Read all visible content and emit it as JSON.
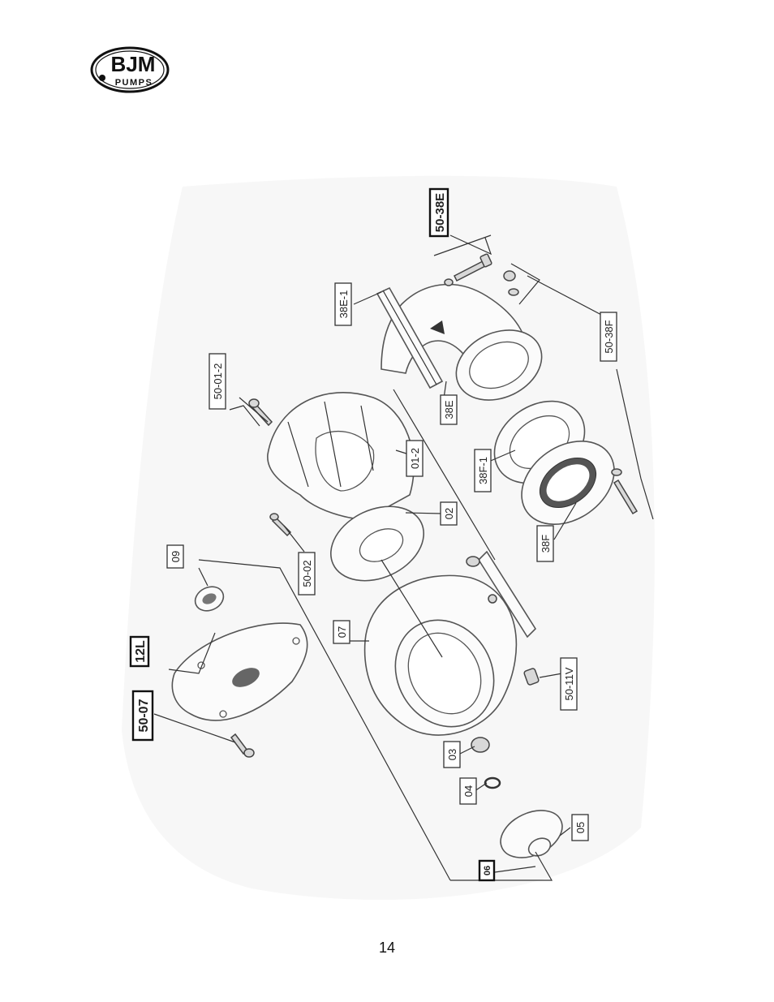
{
  "logo": {
    "brand_top": "BJM",
    "brand_bottom": "PUMPS"
  },
  "parts": {
    "p50_38E": "50-38E",
    "p38E_1": "38E-1",
    "p50_01_2": "50-01-2",
    "p50_38F": "50-38F",
    "p38E": "38E",
    "p01_2": "01-2",
    "p38F_1": "38F-1",
    "p02": "02",
    "p09": "09",
    "p50_02": "50-02",
    "p38F": "38F",
    "p12L": "12L",
    "p07": "07",
    "p50_07": "50-07",
    "p50_11V": "50-11V",
    "p03": "03",
    "p04": "04",
    "p05": "05",
    "p06": "06"
  },
  "page_number": "14"
}
